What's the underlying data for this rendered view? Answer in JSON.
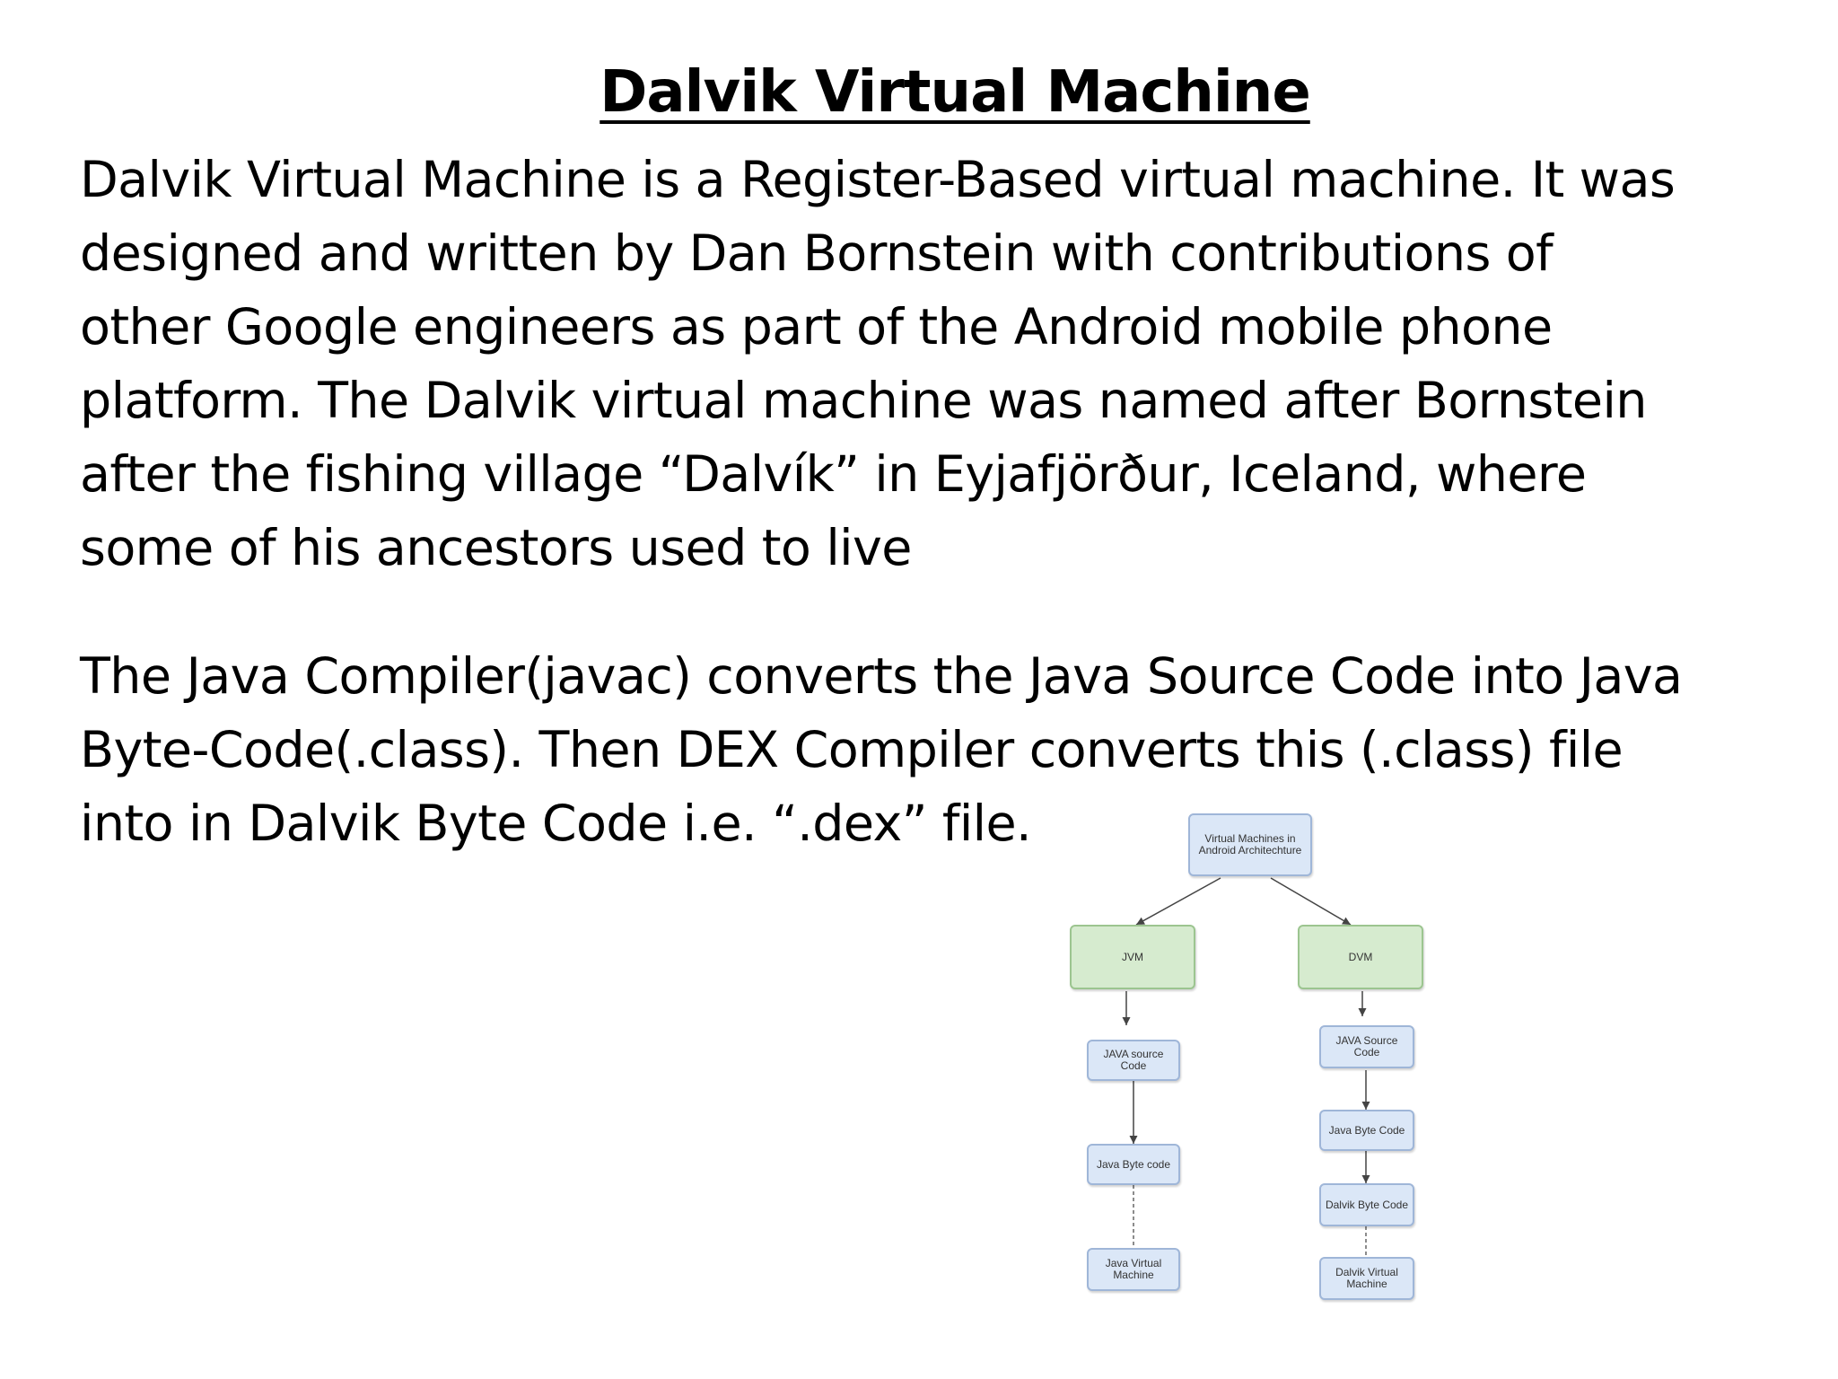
{
  "slide": {
    "title": "Dalvik Virtual Machine",
    "paragraph1": "Dalvik Virtual Machine is a Register-Based virtual machine. It was\ndesigned and written by Dan Bornstein with contributions of\nother Google engineers as part of the Android mobile phone\nplatform. The Dalvik virtual machine was named after Bornstein\nafter the fishing village “Dalvík” in Eyjafjörður, Iceland, where\nsome of his ancestors used to live",
    "paragraph2": "The Java Compiler(javac) converts the Java Source Code into Java\nByte-Code(.class). Then DEX Compiler converts this (.class) file\ninto in Dalvik Byte Code i.e. “.dex” file."
  },
  "diagram": {
    "root": "Virtual Machines in Android Architechture",
    "jvm": {
      "label": "JVM",
      "steps": [
        "JAVA source Code",
        "Java Byte code",
        "Java Virtual Machine"
      ]
    },
    "dvm": {
      "label": "DVM",
      "steps": [
        "JAVA Source Code",
        "Java Byte Code",
        "Dalvik Byte Code",
        "Dalvik Virtual Machine"
      ]
    },
    "colors": {
      "root_fill": "#dbe7f7",
      "vm_fill": "#d6ebcf",
      "step_fill": "#dbe7f7",
      "edge": "#444444"
    }
  }
}
